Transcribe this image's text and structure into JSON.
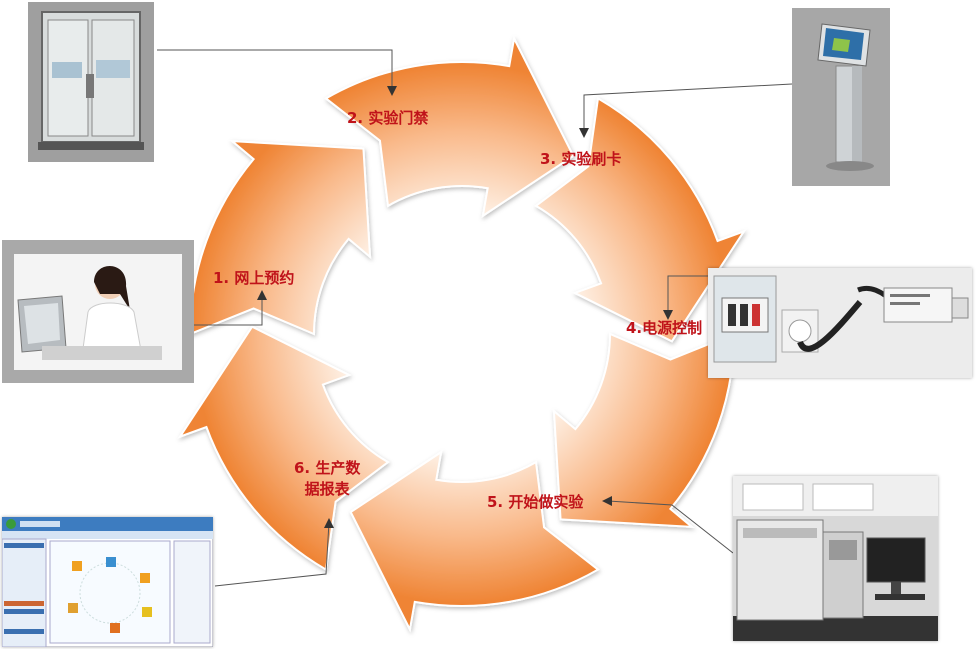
{
  "diagram": {
    "steps": [
      {
        "id": "step-1",
        "label": "1. 网上预约"
      },
      {
        "id": "step-2",
        "label": "2. 实验门禁"
      },
      {
        "id": "step-3",
        "label": "3. 实验刷卡"
      },
      {
        "id": "step-4",
        "label": "4.电源控制"
      },
      {
        "id": "step-5",
        "label": "5. 开始做实验"
      },
      {
        "id": "step-6",
        "line1": "6. 生产数",
        "line2": "据报表"
      }
    ],
    "colors": {
      "arrow_dark": "#f08a3c",
      "arrow_light": "#fde3cf",
      "label_red": "#c0131a",
      "photo_bg": "#a8a8a8"
    },
    "icons": [
      "door-photo",
      "kiosk-photo",
      "power-controller-photo",
      "lab-instrument-photo",
      "software-screenshot",
      "person-at-computer-photo"
    ]
  }
}
